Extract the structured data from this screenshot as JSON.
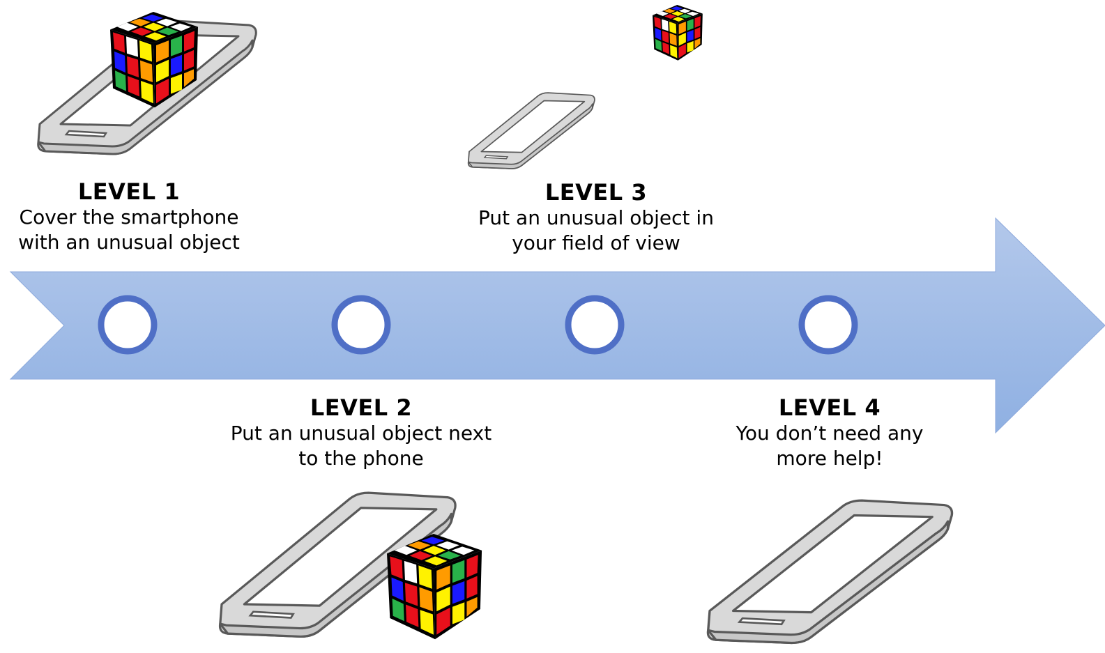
{
  "colors": {
    "arrow_fill_top": "#aec4ea",
    "arrow_fill_bottom": "#8fb0e2",
    "milestone_ring": "#4f6fc6",
    "phone_frame": "#d9d9d9",
    "phone_outline": "#595959",
    "cube_red": "#e8101b",
    "cube_yellow": "#fff200",
    "cube_green": "#29b24a",
    "cube_blue": "#1a1aff",
    "cube_orange": "#ff9b00",
    "cube_white": "#ffffff"
  },
  "levels": [
    {
      "title": "LEVEL 1",
      "lines": [
        "Cover the smartphone",
        "with an unusual object"
      ],
      "icon": "phone-with-cube-on-top"
    },
    {
      "title": "LEVEL 2",
      "lines": [
        "Put an unusual object next",
        "to the phone"
      ],
      "icon": "phone-with-cube-beside"
    },
    {
      "title": "LEVEL 3",
      "lines": [
        "Put an unusual object in",
        "your field of view"
      ],
      "icon": "small-phone-and-distant-cube"
    },
    {
      "title": "LEVEL 4",
      "lines": [
        "You don’t need any",
        "more help!"
      ],
      "icon": "phone-only"
    }
  ]
}
